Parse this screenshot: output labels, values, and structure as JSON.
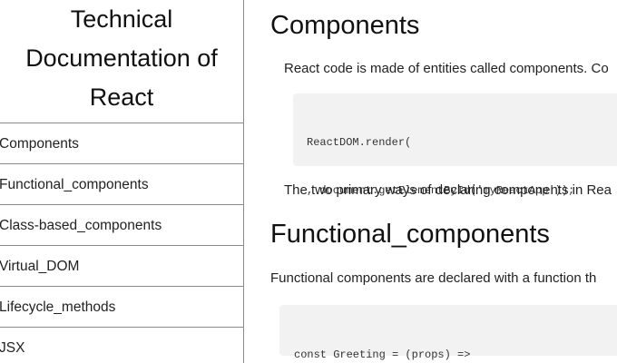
{
  "nav": {
    "title": "Technical Documentation of React",
    "links": [
      {
        "label": "Components"
      },
      {
        "label": "Functional_components"
      },
      {
        "label": "Class-based_components"
      },
      {
        "label": "Virtual_DOM"
      },
      {
        "label": "Lifecycle_methods"
      },
      {
        "label": "JSX"
      }
    ]
  },
  "sections": {
    "components": {
      "title": "Components",
      "intro": "React code is made of entities called components. Co",
      "code_lines": [
        "ReactDOM.render(",
        ", document.getElementById('myReactApp'));"
      ],
      "outro": "The two primary ways of declaring components in Rea"
    },
    "functional": {
      "title": "Functional_components",
      "intro": "Functional components are declared with a function th",
      "code_lines": [
        "const Greeting = (props) =>"
      ]
    }
  },
  "colors": {
    "border": "#8a8a8a",
    "code_background": "#f2f2f2",
    "text": "#111111"
  }
}
